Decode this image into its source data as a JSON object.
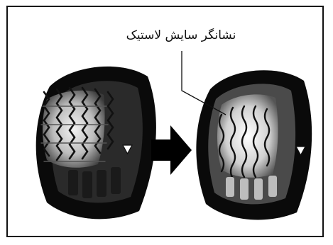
{
  "callout": {
    "label": "نشانگر سایش لاستیک"
  },
  "tires": [
    {
      "state": "new",
      "tread": "full"
    },
    {
      "state": "worn",
      "tread": "worn-to-indicator"
    }
  ],
  "icons": {
    "arrow": "right-arrow-icon",
    "indicator_mark": "triangle-marker-icon"
  }
}
